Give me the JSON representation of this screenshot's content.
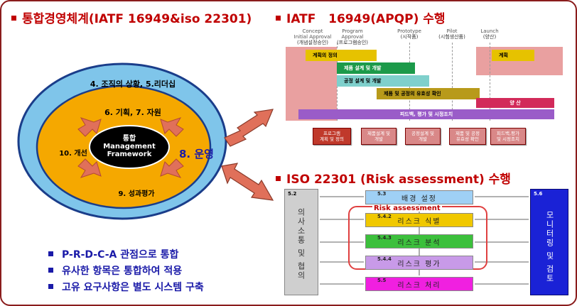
{
  "left": {
    "title": "통합경영체계(IATF 16949&iso 22301)",
    "ring_outer": "4. 조직의 상황, 5.리더십",
    "ring_top": "6. 기획, 7. 자원",
    "ring_left": "10. 개선",
    "ring_bottom": "9. 성과평가",
    "center_line1": "통합",
    "center_line2": "Management",
    "center_line3": "Framework",
    "operation": "8. 운영",
    "bullets": [
      "P-R-D-C-A 관점으로 통합",
      "유사한 항목은 통합하여 적용",
      "고유 요구사항은 별도 시스템 구축"
    ]
  },
  "apqp": {
    "title": "IATF   16949(APQP) 수행",
    "phases": [
      {
        "label": "Concept\nInitial Approval",
        "sub": "(개념설정승인)"
      },
      {
        "label": "Program\nApproval",
        "sub": "(프로그램승인)"
      },
      {
        "label": "Prototype",
        "sub": "(시작품)"
      },
      {
        "label": "Pilot",
        "sub": "(시험생산품)"
      },
      {
        "label": "Launch",
        "sub": "(양산)"
      }
    ],
    "bars": [
      "계획의 정의",
      "제품 설계 및 개발",
      "공정 설계 및 개발",
      "제품 및 공정의 유효성 확인",
      "양 산",
      "피드백, 평가 및 시정조치",
      "계획"
    ],
    "boxes": [
      "프로그램\n계획 및 정의",
      "제품설계 및\n개발",
      "공정설계 및\n개발",
      "제품 및 공정\n유효성 확인",
      "피드백,평가\n및 시정조치"
    ]
  },
  "iso": {
    "title": "ISO 22301 (Risk assessment) 수행",
    "left_num": "5.2",
    "left_label": "의사소통 및 협의",
    "right_num": "5.6",
    "right_label": "모니터링 및 검토",
    "risk_label": "Risk assessment",
    "steps": [
      {
        "num": "5.3",
        "label": "배경 설정"
      },
      {
        "num": "5.4.2",
        "label": "리스크 식별"
      },
      {
        "num": "5.4.3",
        "label": "리스크 분석"
      },
      {
        "num": "5.4.4",
        "label": "리스크 평가"
      },
      {
        "num": "5.5",
        "label": "리스크 처리"
      }
    ]
  },
  "colors": {
    "title_red": "#c00000",
    "bullet_blue": "#1a1aa8",
    "outer_ring": "#7fc5ea",
    "inner_ring": "#f5a800",
    "core": "#000000",
    "arrow": "#e0705a"
  }
}
